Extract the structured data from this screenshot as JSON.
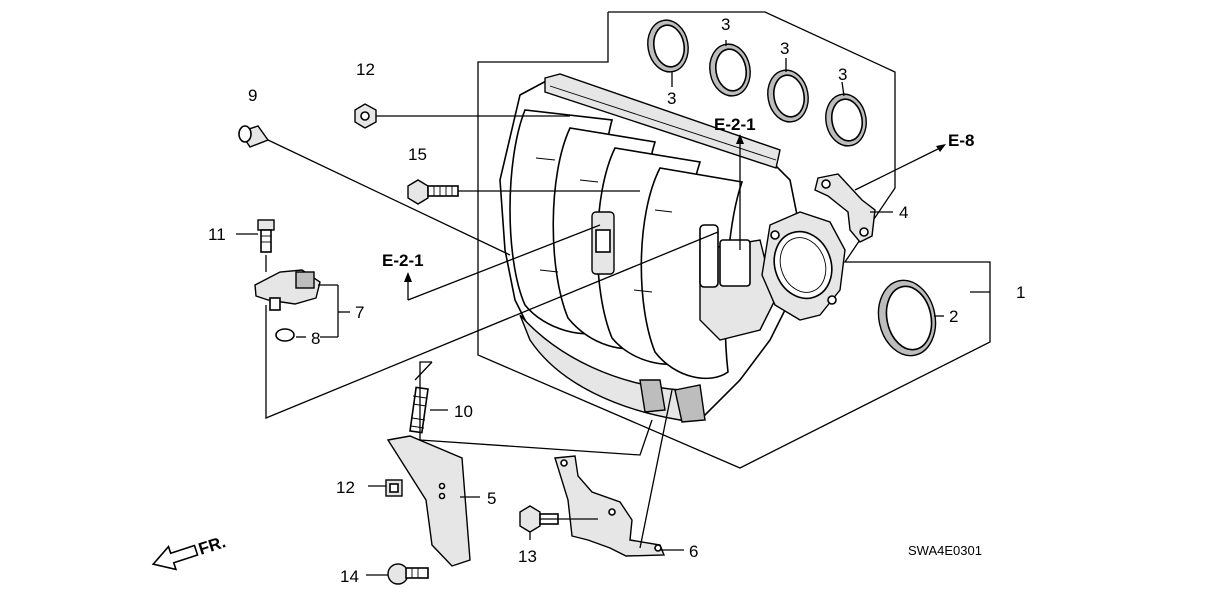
{
  "callouts": [
    {
      "id": "c1",
      "text": "1"
    },
    {
      "id": "c2",
      "text": "2"
    },
    {
      "id": "c3a",
      "text": "3"
    },
    {
      "id": "c3b",
      "text": "3"
    },
    {
      "id": "c3c",
      "text": "3"
    },
    {
      "id": "c3d",
      "text": "3"
    },
    {
      "id": "c4",
      "text": "4"
    },
    {
      "id": "c5",
      "text": "5"
    },
    {
      "id": "c6",
      "text": "6"
    },
    {
      "id": "c7",
      "text": "7"
    },
    {
      "id": "c8",
      "text": "8"
    },
    {
      "id": "c9",
      "text": "9"
    },
    {
      "id": "c10",
      "text": "10"
    },
    {
      "id": "c11",
      "text": "11"
    },
    {
      "id": "c12a",
      "text": "12"
    },
    {
      "id": "c12b",
      "text": "12"
    },
    {
      "id": "c13",
      "text": "13"
    },
    {
      "id": "c14",
      "text": "14"
    },
    {
      "id": "c15",
      "text": "15"
    }
  ],
  "references": {
    "e21_top": "E-2-1",
    "e21_left": "E-2-1",
    "e8": "E-8"
  },
  "front_marker": "FR.",
  "diagram_code": "SWA4E0301"
}
